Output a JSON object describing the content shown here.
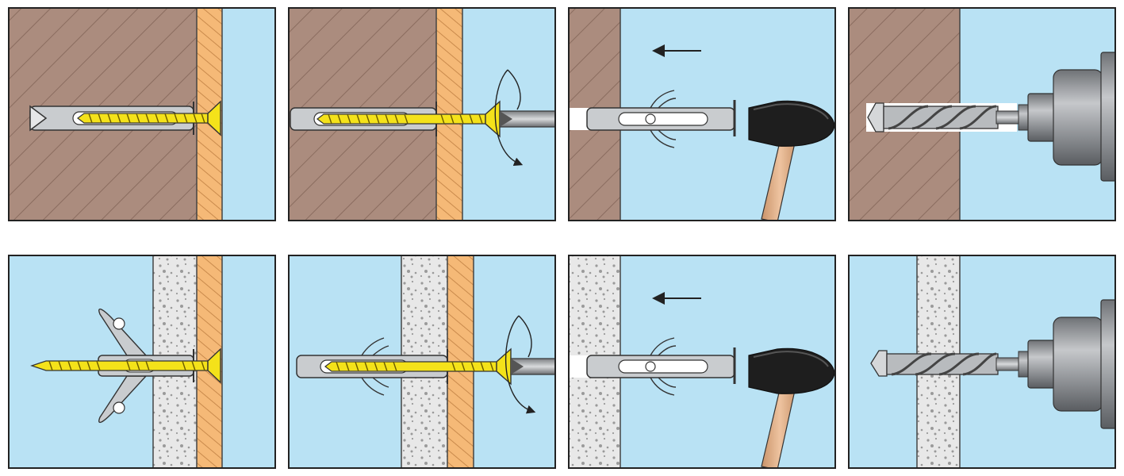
{
  "figure": {
    "rows": 2,
    "columns": 4,
    "panels": [
      {
        "row": 1,
        "step": 1,
        "wall": "brick",
        "cladding": "wood",
        "action": "screw-set",
        "tool": "none"
      },
      {
        "row": 1,
        "step": 2,
        "wall": "brick",
        "cladding": "wood",
        "action": "screw-turning",
        "tool": "screwdriver"
      },
      {
        "row": 1,
        "step": 3,
        "wall": "brick",
        "cladding": "none",
        "action": "anchor-hammered",
        "tool": "hammer"
      },
      {
        "row": 1,
        "step": 4,
        "wall": "brick",
        "cladding": "none",
        "action": "drilling",
        "tool": "drill"
      },
      {
        "row": 2,
        "step": 1,
        "wall": "concrete",
        "cladding": "wood",
        "action": "anchor-expanded",
        "tool": "none"
      },
      {
        "row": 2,
        "step": 2,
        "wall": "concrete",
        "cladding": "wood",
        "action": "screw-turning",
        "tool": "screwdriver"
      },
      {
        "row": 2,
        "step": 3,
        "wall": "concrete",
        "cladding": "none",
        "action": "anchor-hammered",
        "tool": "hammer"
      },
      {
        "row": 2,
        "step": 4,
        "wall": "concrete",
        "cladding": "none",
        "action": "drilling",
        "tool": "drill"
      }
    ]
  },
  "colors": {
    "background": "#b9e2f4",
    "brick": "#ab8c7e",
    "brick_hatch": "#8a6c5f",
    "wood": "#f5b977",
    "wood_hatch": "#c98a4c",
    "concrete": "#e8e8e8",
    "concrete_dots": "#9a9a9a",
    "anchor": "#c9cccf",
    "screw": "#f4e21a",
    "hammer_head": "#1e1e1e",
    "hammer_handle": "#e2b08a",
    "drill": "#8c8f93",
    "outline": "#222222"
  }
}
